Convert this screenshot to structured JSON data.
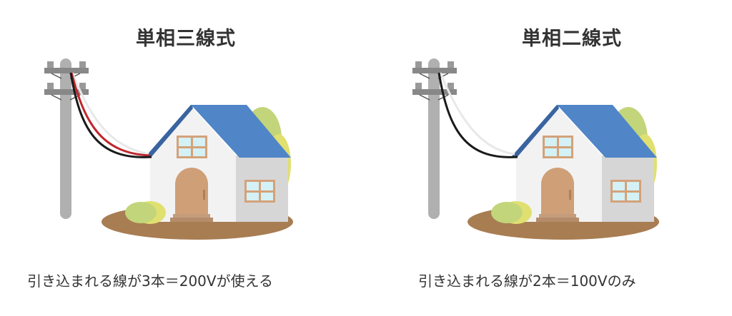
{
  "diagrams": [
    {
      "title": "単相三線式",
      "caption": "引き込まれる線が3本＝200Vが使える",
      "wire_count": 3,
      "voltage": "200V",
      "wires": [
        {
          "color": "#e8e8e8",
          "label": "white-wire"
        },
        {
          "color": "#c0262d",
          "label": "red-wire"
        },
        {
          "color": "#1a1a1a",
          "label": "black-wire"
        }
      ]
    },
    {
      "title": "単相二線式",
      "caption": "引き込まれる線が2本＝100Vのみ",
      "wire_count": 2,
      "voltage": "100V",
      "wires": [
        {
          "color": "#e8e8e8",
          "label": "white-wire"
        },
        {
          "color": "#1a1a1a",
          "label": "black-wire"
        }
      ]
    }
  ],
  "colors": {
    "roof": "#5085c8",
    "roof_dark": "#3a64a0",
    "wall_front": "#f2f2f2",
    "wall_side": "#d6d6d6",
    "door": "#cf9f77",
    "window_frame": "#d4a27a",
    "window_glass": "#d4f1f5",
    "ground": "#a87d52",
    "pole": "#b0b0b0",
    "crossarm": "#888888",
    "bush_green": "#c3d57a",
    "bush_yellow": "#e0e070",
    "text": "#333333"
  }
}
